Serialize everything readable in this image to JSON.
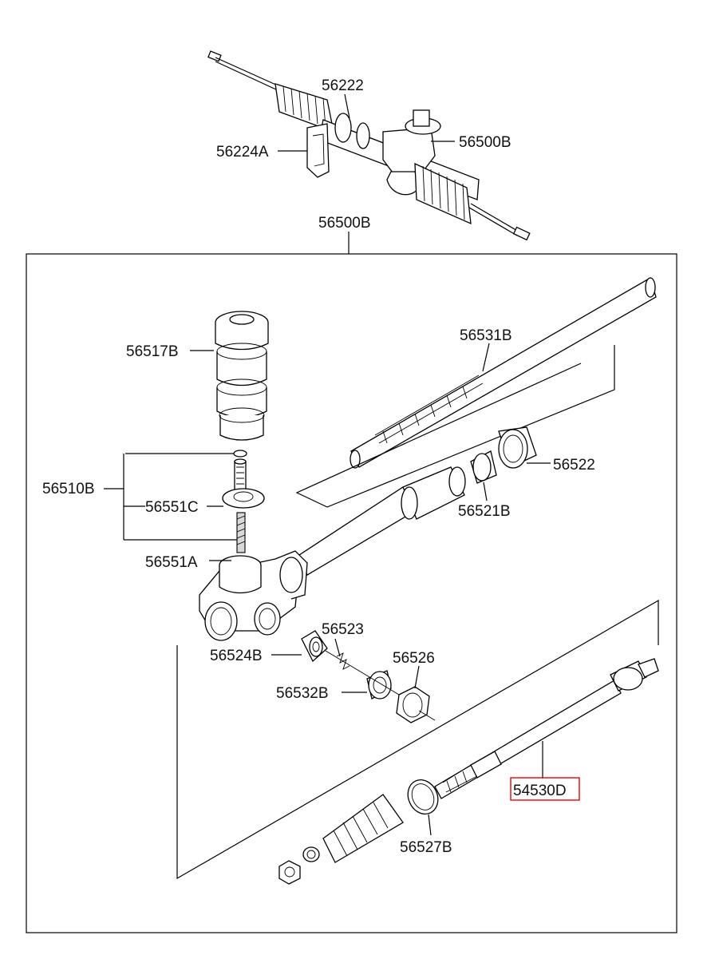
{
  "labels": {
    "l56222": "56222",
    "l56224A": "56224A",
    "l56500B_top": "56500B",
    "l56500B_box": "56500B",
    "l56517B": "56517B",
    "l56531B": "56531B",
    "l56510B": "56510B",
    "l56551C": "56551C",
    "l56522": "56522",
    "l56521B": "56521B",
    "l56551A": "56551A",
    "l56523": "56523",
    "l56524B": "56524B",
    "l56526": "56526",
    "l56532B": "56532B",
    "l54530D": "54530D",
    "l56527B": "56527B"
  },
  "highlight": {
    "part": "54530D",
    "color": "#e0191e"
  }
}
